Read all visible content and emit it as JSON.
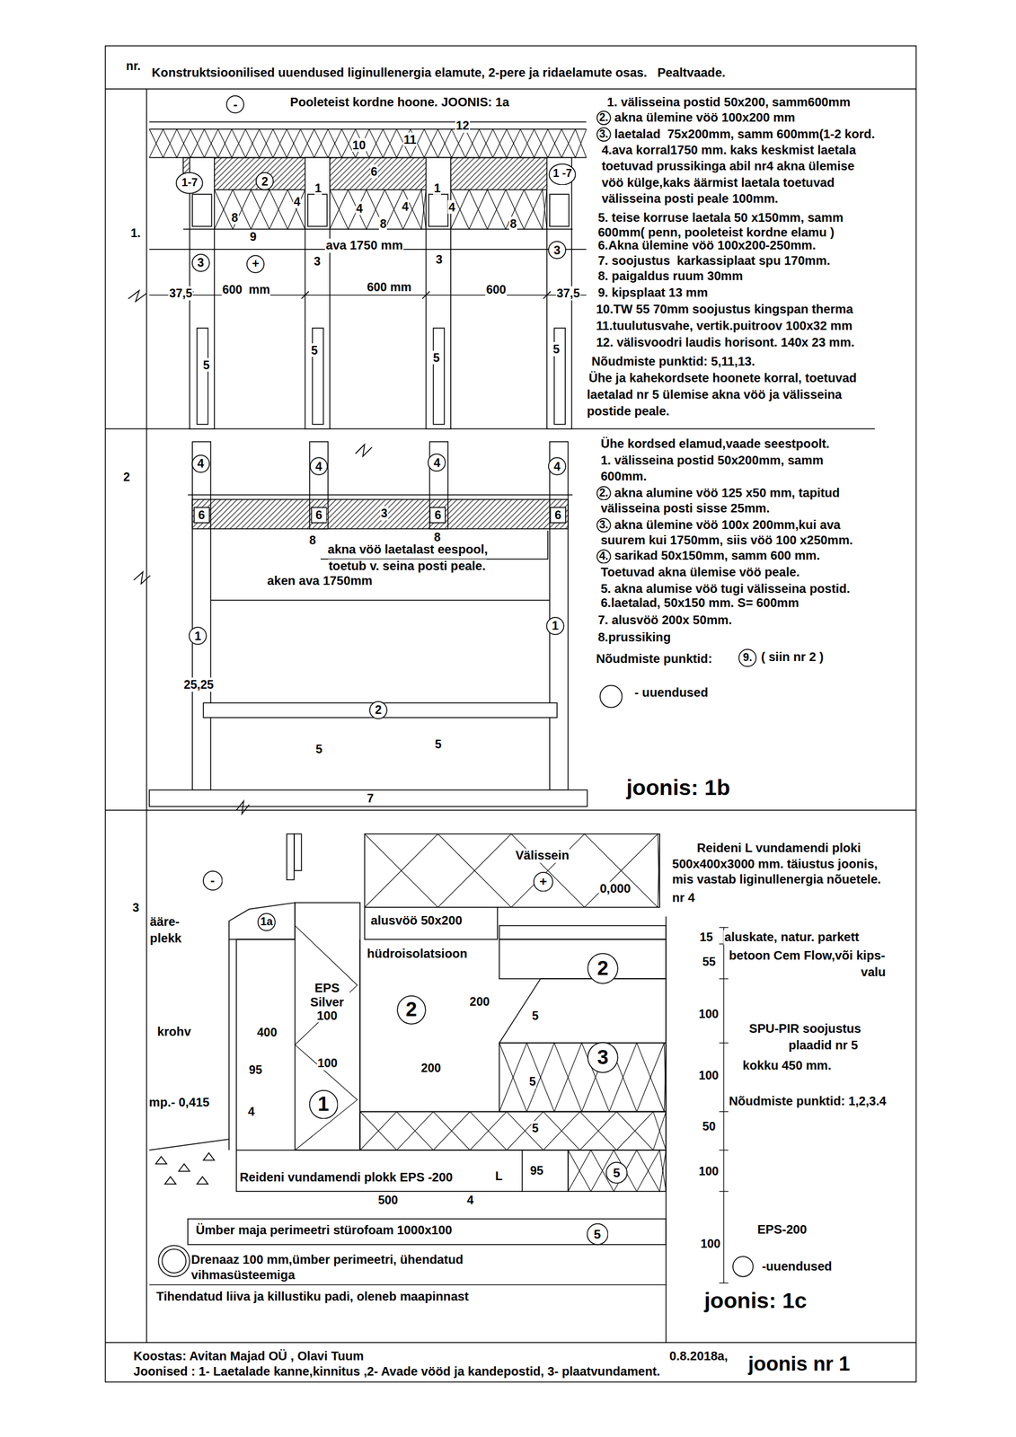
{
  "diagram": {
    "title": "Konstruktsioonilised uuendused liginullenergia elamute, 2-pere ja ridaelamute osas.   Pealtvaade.",
    "nodes": [
      {
        "text": [
          "-"
        ]
      },
      {
        "text": [
          "1-7"
        ]
      },
      {
        "text": [
          "2"
        ]
      },
      {
        "text": [
          "1 -7"
        ]
      },
      {
        "text": [
          "3"
        ]
      },
      {
        "text": [
          "+"
        ]
      },
      {
        "text": [
          "3"
        ]
      },
      {
        "text": [
          "2."
        ]
      },
      {
        "text": [
          "3."
        ]
      },
      {
        "text": [
          "4"
        ]
      },
      {
        "text": [
          "4"
        ]
      },
      {
        "text": [
          "4"
        ]
      },
      {
        "text": [
          "4"
        ]
      },
      {
        "text": [
          "6"
        ]
      },
      {
        "text": [
          "6"
        ]
      },
      {
        "text": [
          "6"
        ]
      },
      {
        "text": [
          "6"
        ]
      },
      {
        "text": [
          "1"
        ]
      },
      {
        "text": [
          "1"
        ]
      },
      {
        "text": [
          "2"
        ]
      },
      {
        "text": [
          "2."
        ]
      },
      {
        "text": [
          "3."
        ]
      },
      {
        "text": [
          "4."
        ]
      },
      {
        "text": [
          "9."
        ]
      },
      {
        "text": [
          "-"
        ]
      },
      {
        "text": [
          "+"
        ]
      },
      {
        "text": [
          "1a"
        ]
      },
      {
        "text": [
          "2"
        ]
      },
      {
        "text": [
          "2"
        ]
      },
      {
        "text": [
          "3"
        ]
      },
      {
        "text": [
          "1"
        ]
      },
      {
        "text": [
          "5"
        ]
      },
      {
        "text": [
          "5"
        ]
      }
    ],
    "labels": [
      "nr.",
      "1.",
      "Pooleteist kordne hoone. JOONIS: 1a",
      "1. välisseina postid 50x200, samm600mm",
      "akna ülemine vöö 100x200 mm",
      "laetalad  75x200mm, samm 600mm(1-2 kord.",
      "4.ava korral1750 mm. kaks keskmist laetala",
      "toetuvad prussikinga abil nr4 akna ülemise",
      "vöö külge,kaks äärmist laetala toetuvad",
      "välisseina posti peale 100mm.",
      "5. teise korruse laetala 50 x150mm, samm",
      "600mm( penn, pooleteist kordne elamu )",
      "6.Akna ülemine vöö 100x200-250mm.",
      "7. soojustus  karkassiplaat spu 170mm.",
      "8. paigaldus ruum 30mm",
      "9. kipsplaat 13 mm",
      "10.TW 55 70mm soojustus kingspan therma",
      "11.tuulutusvahe, vertik.puitroov 100x32 mm",
      "12. välisvoodri laudis horisont. 140x 23 mm.",
      "Nõudmiste punktid: 5,11,13.",
      "Ühe ja kahekordsete hoonete korral, toetuvad",
      "laetalad nr 5 ülemise akna vöö ja välisseina",
      "postide peale.",
      "12",
      "10",
      "11",
      "6",
      "1",
      "1",
      "4",
      "4",
      "4",
      "4",
      "8",
      "8",
      "8",
      "9",
      "ava 1750 mm",
      "3",
      "3",
      "37,5",
      "600  mm",
      "600 mm",
      "600",
      "37,5",
      "5",
      "5",
      "5",
      "5",
      "2",
      "Ühe kordsed elamud,vaade seestpoolt.",
      "1. välisseina postid 50x200mm, samm",
      "600mm.",
      "akna alumine vöö 125 x50 mm, tapitud",
      "välisseina posti sisse 25mm.",
      "akna ülemine vöö 100x 200mm,kui ava",
      "suurem kui 1750mm, siis vöö 100 x250mm.",
      "sarikad 50x150mm, samm 600 mm.",
      "Toetuvad akna ülemise vöö peale.",
      "5. akna alumise vöö tugi välisseina postid.",
      "6.laetalad, 50x150 mm. S= 600mm",
      "7. alusvöö 200x 50mm.",
      "8.prussiking",
      "Nõudmiste punktid:",
      "( siin nr 2 )",
      "joonis: 1b",
      "3",
      "8",
      "8",
      "akna vöö laetalast eespool,",
      "toetub v. seina posti peale.",
      "aken ava 1750mm",
      "25,25",
      "5",
      "5",
      "7",
      "3",
      "Välissein",
      "0,000",
      "Reideni L vundamendi ploki",
      "500x400x3000 mm. täiustus joonis,",
      "mis vastab liginullenergia nõuetele.",
      "nr 4",
      "ääre-",
      "plekk",
      "alusvöö 50x200",
      "hüdroisolatsioon",
      "EPS Silver 100",
      "200",
      "5",
      "krohv",
      "400",
      "95",
      "100",
      "200",
      "5",
      "mp.- 0,415",
      "4",
      "5",
      "Reideni vundamendi plokk EPS -200",
      "L",
      "95",
      "500",
      "4",
      "Ümber maja perimeetri stürofoam 1000x100",
      "Drenaaz 100 mm,ümber perimeetri, ühendatud",
      "vihmasüsteemiga",
      "Tihendatud liiva ja killustiku padi, oleneb maapinnast",
      "15",
      "55",
      "100",
      "100",
      "50",
      "100",
      "100",
      "aluskate, natur. parkett",
      "betoon Cem Flow,või kips-",
      "valu",
      "SPU-PIR soojustus",
      "plaadid nr 5",
      "kokku 450 mm.",
      "Nõudmiste punktid: 1,2,3.4",
      "EPS-200",
      "joonis: 1c",
      "Koostas: Avitan Majad OÜ , Olavi Tuum",
      "Joonised : 1- Laetalade kanne,kinnitus ,2- Avade vööd ja kandepostid, 3- plaatvundament.",
      "0.8.2018a,",
      "joonis nr 1"
    ],
    "legend": [
      {
        "text": "- uuendused"
      },
      {
        "text": "-uuendused"
      }
    ]
  }
}
